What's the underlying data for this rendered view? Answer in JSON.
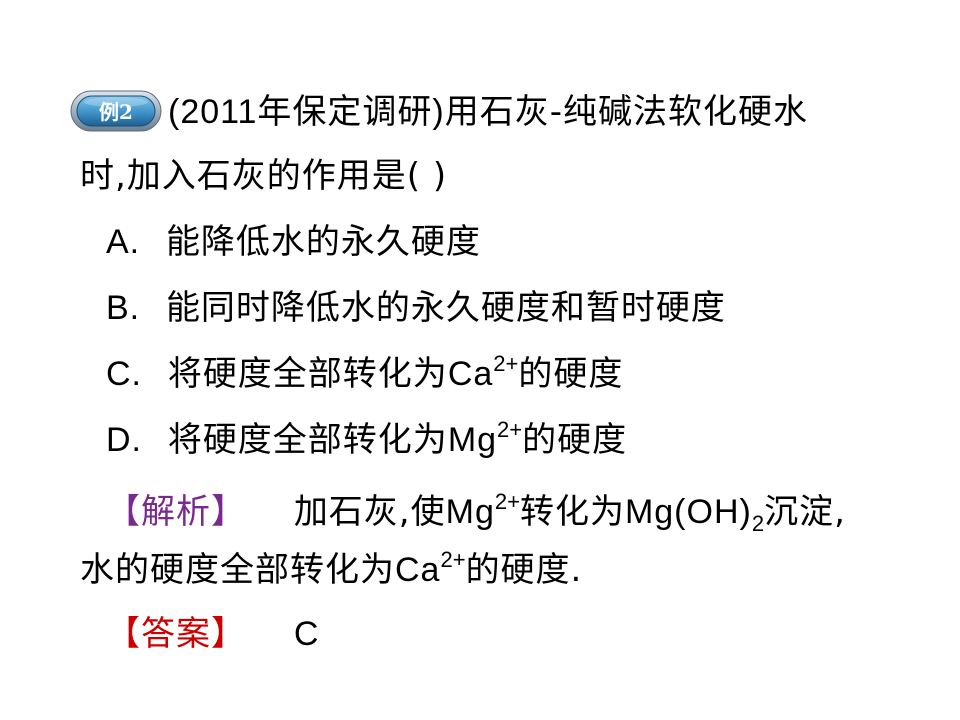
{
  "example": {
    "badge_label": "例2",
    "source": "(2011年保定调研)",
    "question_line1": "用石灰-纯碱法软化硬水",
    "question_line2": "时,加入石灰的作用是(        )"
  },
  "options": [
    {
      "letter": "A.",
      "text": "能降低水的永久硬度"
    },
    {
      "letter": "B.",
      "text": "能同时降低水的永久硬度和暂时硬度"
    },
    {
      "letter": "C.",
      "text_before": "将硬度全部转化为",
      "ion": "Ca",
      "charge": "2+",
      "text_after": "的硬度"
    },
    {
      "letter": "D.",
      "text_before": "将硬度全部转化为",
      "ion": "Mg",
      "charge": "2+",
      "text_after": "的硬度"
    }
  ],
  "analysis": {
    "tag": "【解析】",
    "line1_part1": "加石灰,使",
    "ion1": "Mg",
    "charge1": "2+",
    "line1_part2": "转化为",
    "compound": "Mg(OH)",
    "compound_sub": "2",
    "line1_part3": "沉淀,",
    "line2_part1": "水的硬度全部转化为",
    "ion2": "Ca",
    "charge2": "2+",
    "line2_part2": "的硬度."
  },
  "answer": {
    "tag": "【答案】",
    "value": "C"
  },
  "colors": {
    "analysis_tag": "#7a2a8e",
    "answer_tag": "#cc0000",
    "badge_fill": "#3f93c8",
    "badge_ring": "#a7b7c4"
  }
}
